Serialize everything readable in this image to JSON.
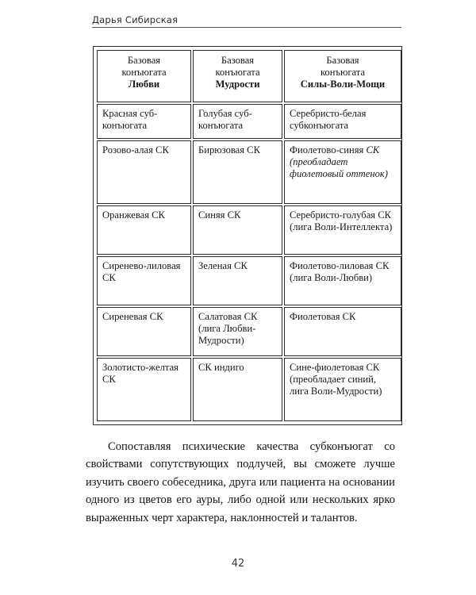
{
  "page": {
    "running_head": "Дарья Сибирская",
    "folio": "42",
    "text_color": "#141414",
    "rule_color": "#3a3a3a",
    "border_color": "#2a2a2a",
    "background": "#ffffff"
  },
  "table": {
    "columns": [
      {
        "header": {
          "line1": "Базовая",
          "line2": "конъюгата",
          "line3": "Любви"
        }
      },
      {
        "header": {
          "line1": "Базовая",
          "line2": "конъюгата",
          "line3": "Мудрости"
        }
      },
      {
        "header": {
          "line1": "Базовая",
          "line2": "конъюгата",
          "line3": "Силы-Воли-Мощи"
        }
      }
    ],
    "rows": [
      {
        "c1": {
          "text": "Красная суб-конъюгата",
          "italic": ""
        },
        "c2": {
          "text": "Голубая суб-конъюгата",
          "italic": ""
        },
        "c3": {
          "text": "Серебристо-белая субконъюгата",
          "italic": ""
        }
      },
      {
        "c1": {
          "text": "Розово-алая СК",
          "italic": ""
        },
        "c2": {
          "text": "Бирюзовая СК",
          "italic": ""
        },
        "c3": {
          "text": "Фиолетово-синяя ",
          "italic": "СК (преобладает фиолетовый оттенок)"
        }
      },
      {
        "c1": {
          "text": "Оранжевая СК",
          "italic": ""
        },
        "c2": {
          "text": "Синяя СК",
          "italic": ""
        },
        "c3": {
          "text": "Серебристо-голубая СК (лига Воли-Интеллекта)",
          "italic": ""
        }
      },
      {
        "c1": {
          "text": "Сиренево-лиловая СК",
          "italic": ""
        },
        "c2": {
          "text": "Зеленая СК",
          "italic": ""
        },
        "c3": {
          "text": "Фиолетово-лиловая СК (лига Воли-Любви)",
          "italic": ""
        }
      },
      {
        "c1": {
          "text": "Сиреневая СК",
          "italic": ""
        },
        "c2": {
          "text": "Салатовая СК (лига Любви-Мудрости)",
          "italic": ""
        },
        "c3": {
          "text": "Фиолетовая СК",
          "italic": ""
        }
      },
      {
        "c1": {
          "text": "Золотисто-желтая СК",
          "italic": ""
        },
        "c2": {
          "text": "СК индиго",
          "italic": ""
        },
        "c3": {
          "text": "Сине-фиолетовая СК (преобладает синий, лига Воли-Мудрости)",
          "italic": ""
        }
      }
    ]
  },
  "paragraph": {
    "text": "Сопоставляя психические качества субконъюгат со свойствами сопутствующих подлучей, вы сможете лучше изучить своего собеседника, друга или пациента на основании одного из цветов его ауры, либо одной или нескольких ярко выраженных черт характера, наклонностей и талантов."
  }
}
